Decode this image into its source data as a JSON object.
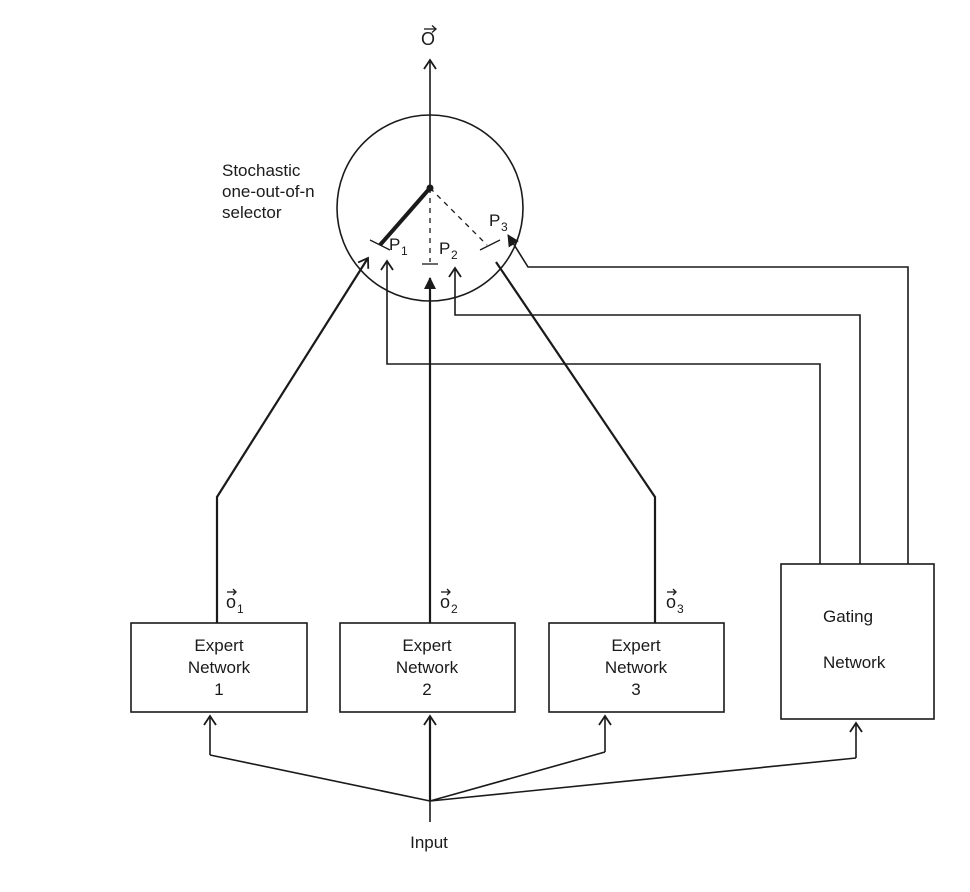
{
  "output": {
    "label": "O"
  },
  "selector": {
    "label_lines": [
      "Stochastic",
      "one-out-of-n",
      "selector"
    ],
    "probabilities": [
      {
        "main": "P",
        "sub": "1"
      },
      {
        "main": "P",
        "sub": "2"
      },
      {
        "main": "P",
        "sub": "3"
      }
    ]
  },
  "experts": [
    {
      "line1": "Expert",
      "line2": "Network",
      "line3": "1",
      "out_main": "o",
      "out_sub": "1"
    },
    {
      "line1": "Expert",
      "line2": "Network",
      "line3": "2",
      "out_main": "o",
      "out_sub": "2"
    },
    {
      "line1": "Expert",
      "line2": "Network",
      "line3": "3",
      "out_main": "o",
      "out_sub": "3"
    }
  ],
  "gating": {
    "line1": "Gating",
    "line2": "Network"
  },
  "input": {
    "label": "Input"
  }
}
